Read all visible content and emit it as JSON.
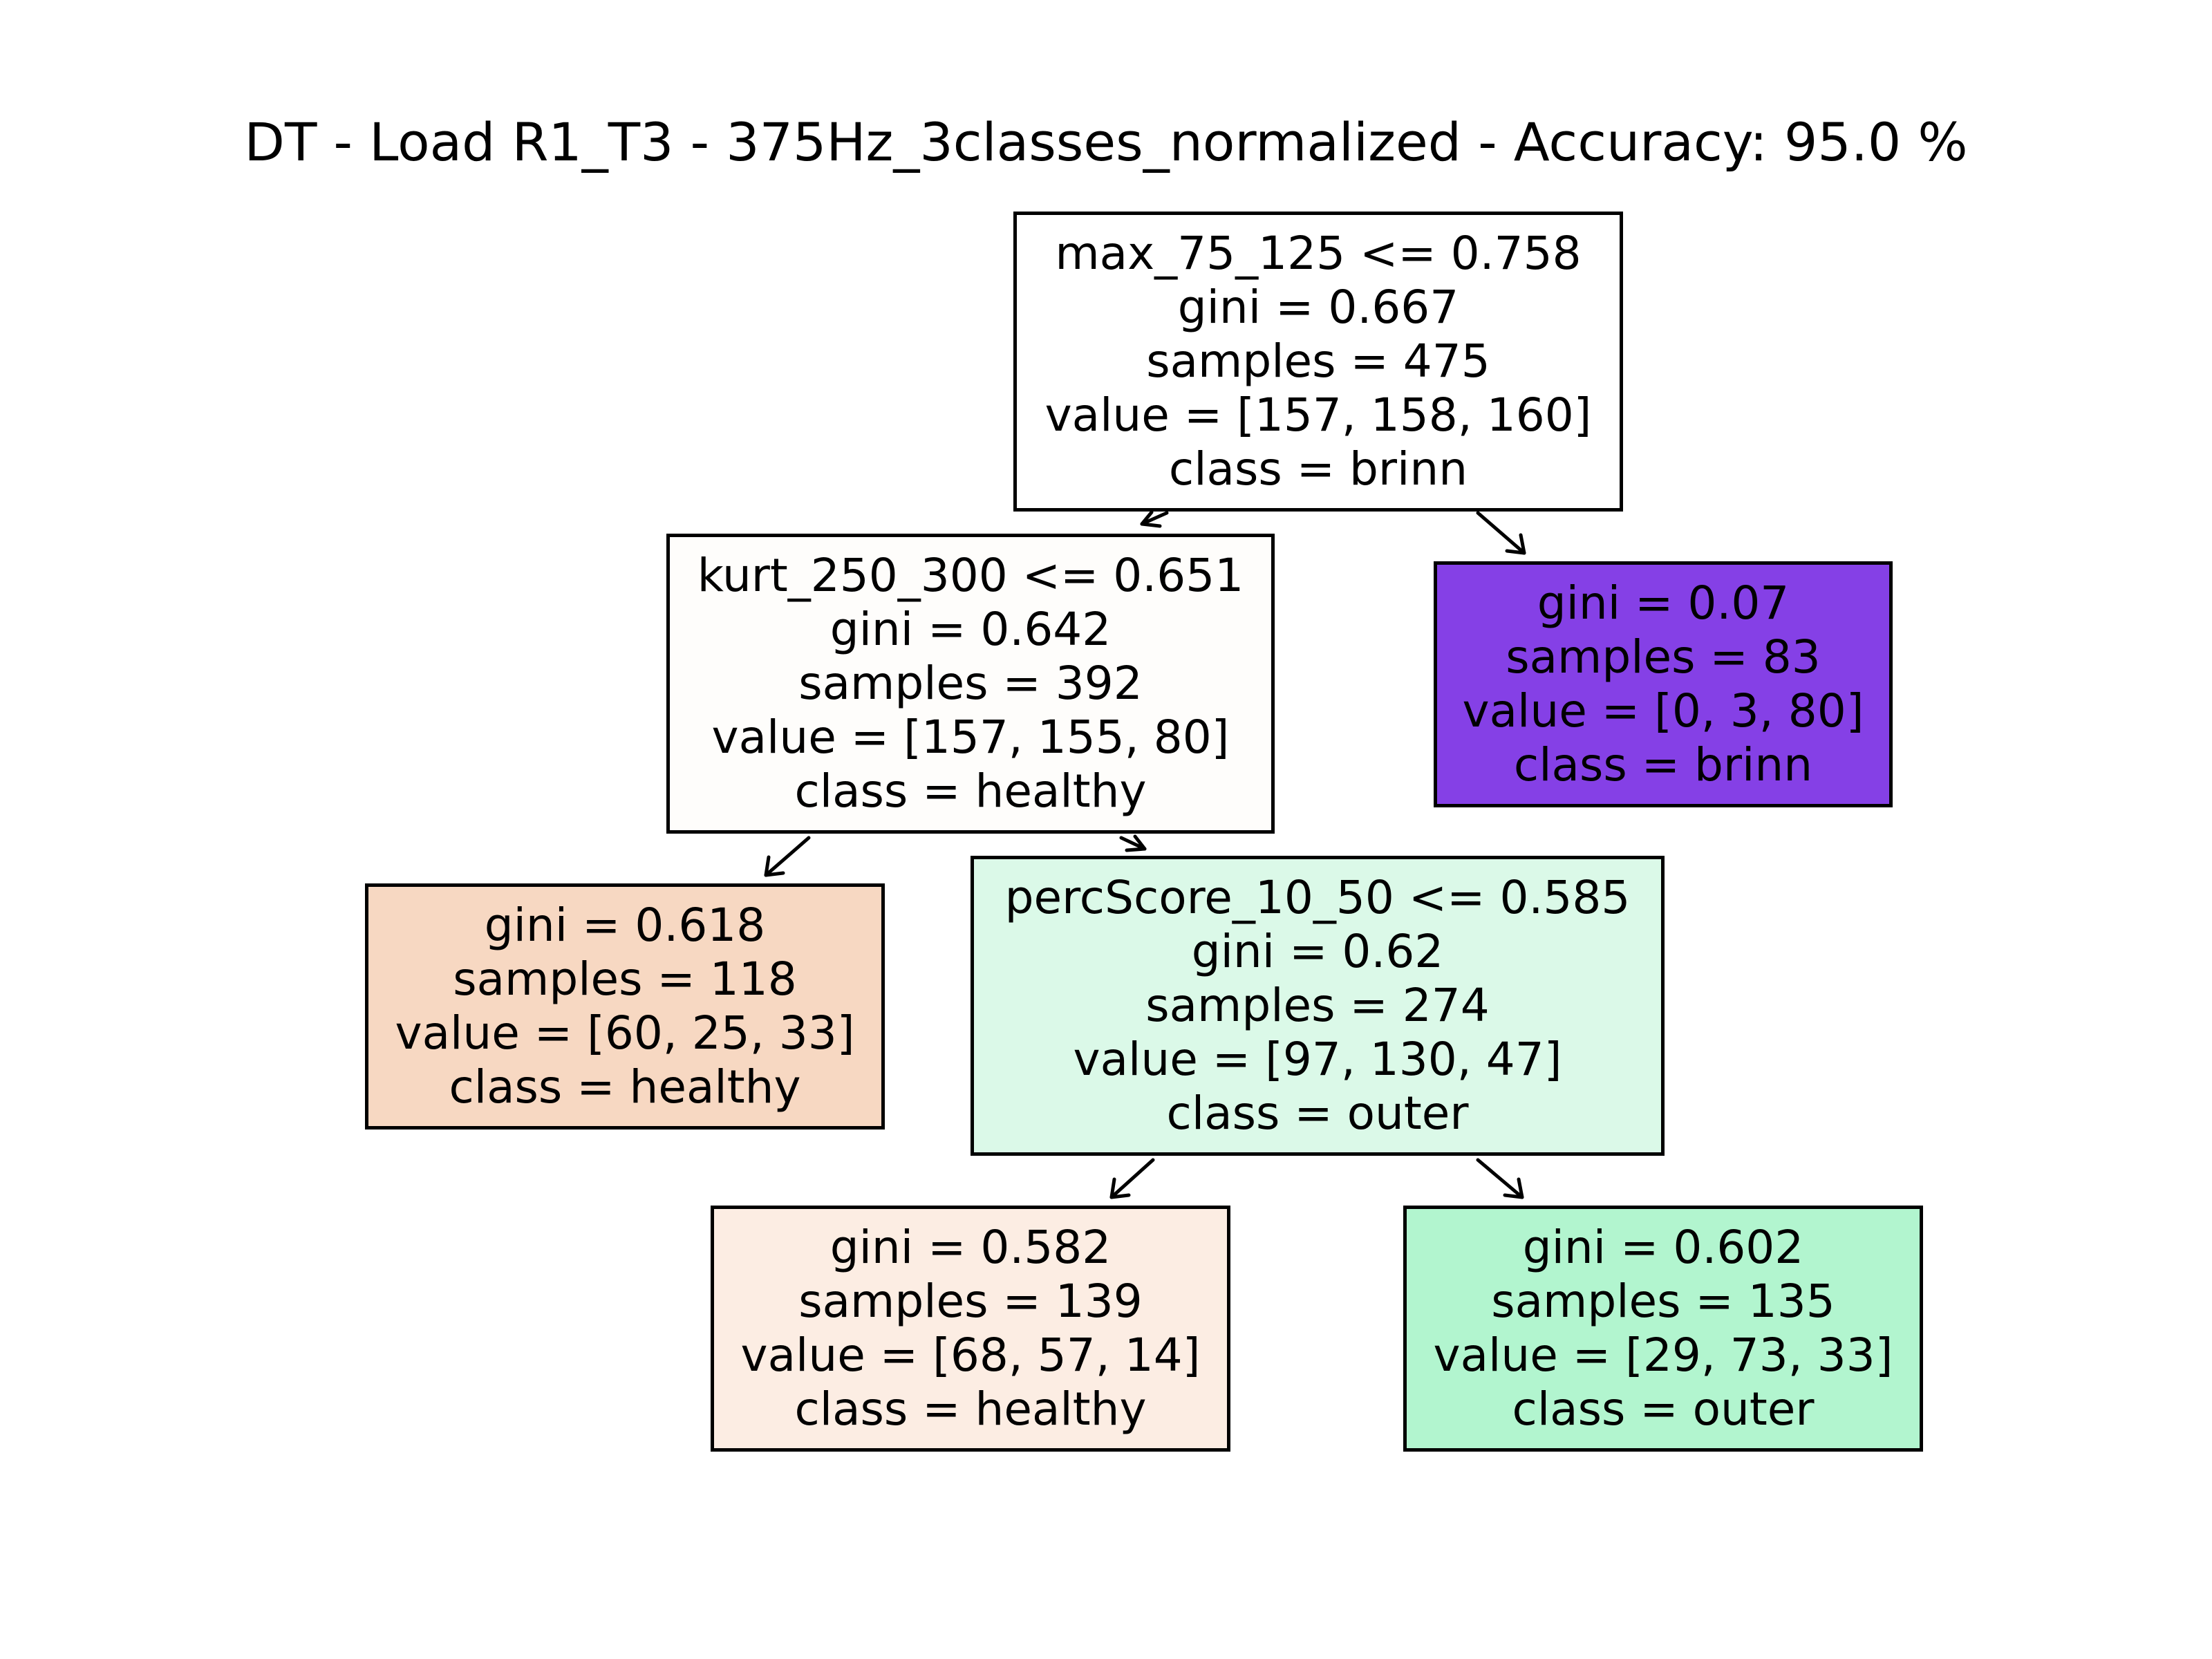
{
  "title": "DT - Load R1_T3 - 375Hz_3classes_normalized - Accuracy: 95.0 %",
  "colors": {
    "root": "#ffffff",
    "n1": "#fefdfb",
    "n2": "#8540e6",
    "n3": "#f7d8c2",
    "n4": "#dbf9e8",
    "n5": "#fcede3",
    "n6": "#b2f5cf"
  },
  "nodes": {
    "root": {
      "split": "max_75_125 <= 0.758",
      "gini": "gini = 0.667",
      "samples": "samples = 475",
      "value": "value = [157, 158, 160]",
      "class": "class = brinn"
    },
    "n1": {
      "split": "kurt_250_300 <= 0.651",
      "gini": "gini = 0.642",
      "samples": "samples = 392",
      "value": "value = [157, 155, 80]",
      "class": "class = healthy"
    },
    "n2": {
      "gini": "gini = 0.07",
      "samples": "samples = 83",
      "value": "value = [0, 3, 80]",
      "class": "class = brinn"
    },
    "n3": {
      "gini": "gini = 0.618",
      "samples": "samples = 118",
      "value": "value = [60, 25, 33]",
      "class": "class = healthy"
    },
    "n4": {
      "split": "percScore_10_50 <= 0.585",
      "gini": "gini = 0.62",
      "samples": "samples = 274",
      "value": "value = [97, 130, 47]",
      "class": "class = outer"
    },
    "n5": {
      "gini": "gini = 0.582",
      "samples": "samples = 139",
      "value": "value = [68, 57, 14]",
      "class": "class = healthy"
    },
    "n6": {
      "gini": "gini = 0.602",
      "samples": "samples = 135",
      "value": "value = [29, 73, 33]",
      "class": "class = outer"
    }
  }
}
